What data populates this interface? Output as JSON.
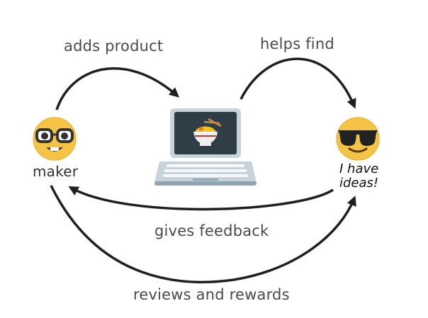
{
  "edges": {
    "adds_product": "adds product",
    "helps_find": "helps find",
    "gives_feedback": "gives feedback",
    "reviews_and_rewards": "reviews and rewards"
  },
  "nodes": {
    "maker": {
      "label": "maker",
      "icon": "nerd-face-emoji"
    },
    "product": {
      "icon": "laptop-with-noodle-bowl"
    },
    "user": {
      "icon": "sunglasses-face-emoji",
      "caption_line1": "I have",
      "caption_line2": "ideas!"
    }
  },
  "colors": {
    "arrow": "#1f1f1f",
    "label": "#4a4a4a",
    "emoji_face": "#f6c445",
    "laptop_body": "#c7d3db",
    "screen": "#2f3e46"
  }
}
